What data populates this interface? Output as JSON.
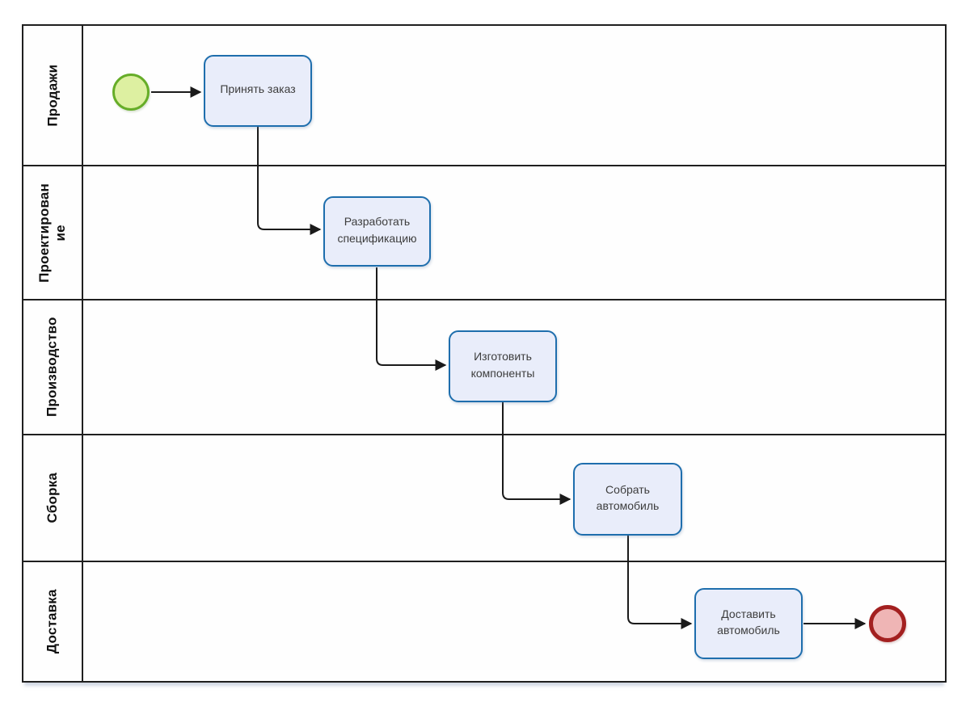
{
  "pool": {
    "lanes": [
      {
        "label": "Продажи"
      },
      {
        "label": "Проектирован\nие"
      },
      {
        "label": "Производство"
      },
      {
        "label": "Сборка"
      },
      {
        "label": "Доставка"
      }
    ]
  },
  "nodes": {
    "start_event": {
      "type": "start-event",
      "lane": "Продажи"
    },
    "task1": {
      "label": "Принять заказ"
    },
    "task2": {
      "label": "Разработать спецификацию"
    },
    "task3": {
      "label": "Изготовить компоненты"
    },
    "task4": {
      "label": "Собрать автомобиль"
    },
    "task5": {
      "label": "Доставить автомобиль"
    },
    "end_event": {
      "type": "end-event",
      "lane": "Доставка"
    }
  },
  "colors": {
    "task_fill": "#e9edfa",
    "task_border": "#1e6ead",
    "task_text": "#3d3d3d",
    "start_event_fill": "#ddf0a1",
    "start_event_border": "#66ad28",
    "end_event_fill": "#efb5b5",
    "end_event_border": "#a32020",
    "lane_border": "#1f1f1f",
    "flow_line": "#1a1a1a",
    "background": "#ffffff"
  }
}
